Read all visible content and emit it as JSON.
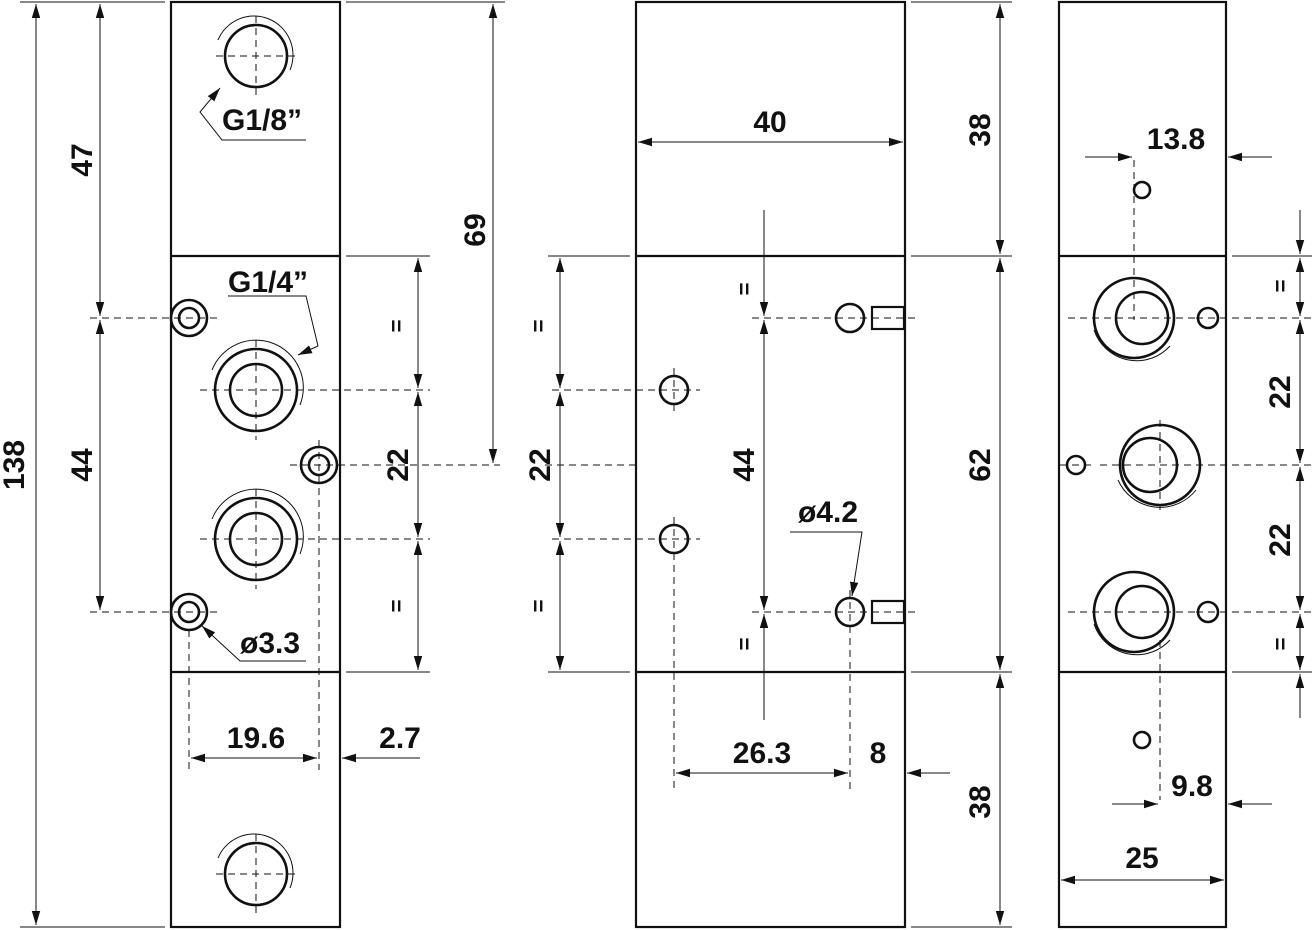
{
  "labels": {
    "port_small": "G1/8”",
    "port_large": "G1/4”",
    "mount_hole": "ø3.3",
    "pilot_hole": "ø4.2",
    "equal_sign": "="
  },
  "dimensions": {
    "overall_height": "138",
    "top_section": "47",
    "port_spacing": "44",
    "port_offset": "69",
    "port_pitch": "22",
    "width_side": "19.6",
    "edge_offset": "2.7",
    "body_width": "40",
    "cap_height": "38",
    "body_height": "62",
    "pilot_offset": "26.3",
    "pilot_edge": "8",
    "top_hole_offset": "13.8",
    "bottom_hole_offset": "9.8",
    "end_width": "25"
  }
}
